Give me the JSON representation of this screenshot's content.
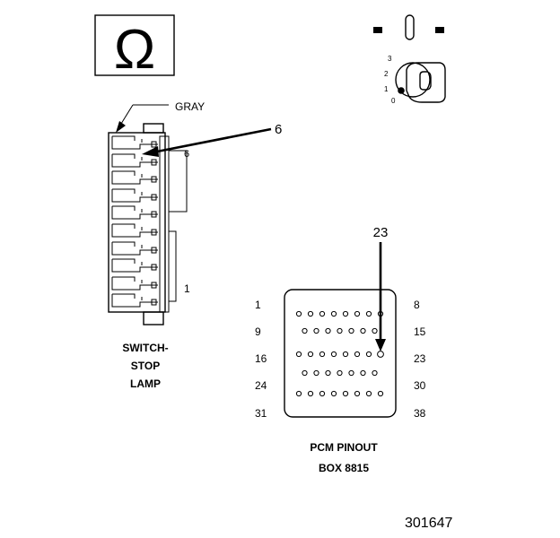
{
  "omega_symbol": "Ω",
  "key_switch": {
    "position_labels": [
      "3",
      "2",
      "1",
      "0"
    ]
  },
  "switch": {
    "wire_color_label": "GRAY",
    "callout": "6",
    "pin_label_top": "6",
    "pin_label_bottom": "1",
    "title_lines": [
      "SWITCH-",
      "STOP",
      "LAMP"
    ]
  },
  "pcm": {
    "callout": "23",
    "left_labels": [
      "1",
      "9",
      "16",
      "24",
      "31"
    ],
    "right_labels": [
      "8",
      "15",
      "23",
      "30",
      "38"
    ],
    "row_pin_counts": [
      8,
      7,
      8,
      7,
      8
    ],
    "highlighted_pin": 23,
    "title_lines": [
      "PCM PINOUT",
      "BOX 8815"
    ]
  },
  "figure_number": "301647"
}
